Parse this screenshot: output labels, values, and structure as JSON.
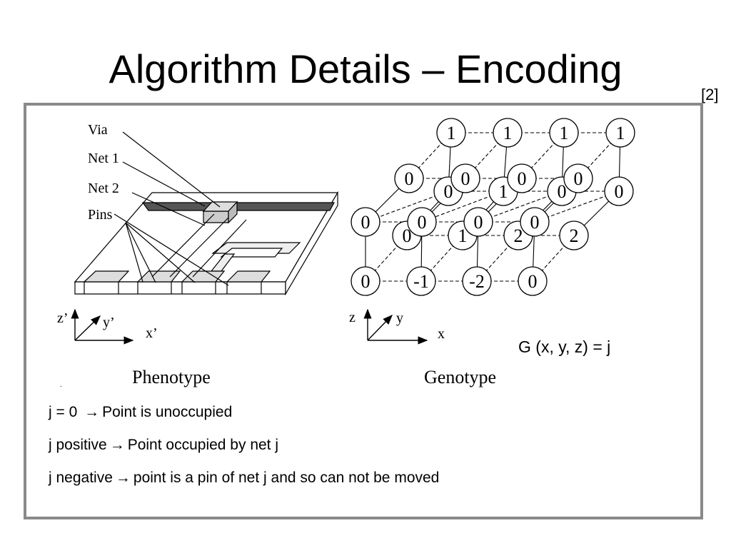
{
  "slide": {
    "title": "Algorithm Details – Encoding",
    "reference": "[2]"
  },
  "phenotype": {
    "caption": "Phenotype",
    "labels": {
      "via": "Via",
      "net1": "Net 1",
      "net2": "Net 2",
      "pins": "Pins"
    },
    "axes": {
      "x": "x’",
      "y": "y’",
      "z": "z’"
    }
  },
  "genotype": {
    "caption": "Genotype",
    "axes": {
      "x": "x",
      "y": "y",
      "z": "z"
    },
    "top_back": [
      "1",
      "1",
      "1",
      "1"
    ],
    "top_front": [
      "0",
      "0",
      "0",
      "0"
    ],
    "mid_back": [
      "0",
      "1",
      "0",
      "0"
    ],
    "mid_front": [
      "0",
      "0",
      "0",
      "0"
    ],
    "low_back": [
      "0",
      "1",
      "2",
      "2"
    ],
    "low_front": [
      "0",
      "-1",
      "-2",
      "0"
    ]
  },
  "formula": "G (x, y, z) = j",
  "legend": [
    {
      "condition": "j = 0 ",
      "arrow": "→",
      "meaning": "Point is unoccupied"
    },
    {
      "condition": "j positive",
      "arrow": "→",
      "meaning": "Point occupied by net j"
    },
    {
      "condition": "j negative",
      "arrow": "→",
      "meaning": "point is a pin of net j and so can not be moved"
    }
  ],
  "footnote_dot": "."
}
